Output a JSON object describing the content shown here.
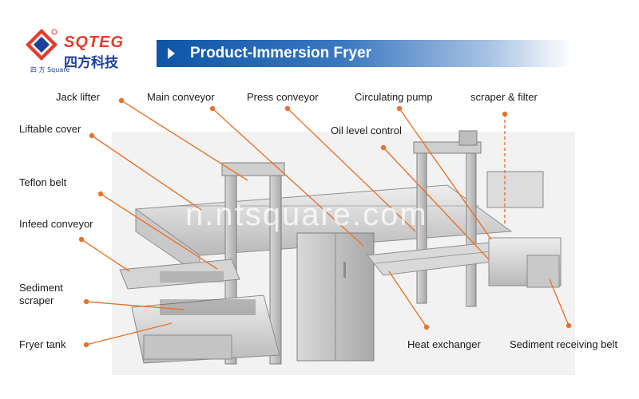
{
  "logo": {
    "brand_en": "SQTEG",
    "brand_cn": "四方科技",
    "mark_cn": "四 方",
    "mark_en": "Square"
  },
  "banner": {
    "title": "Product-Immersion Fryer"
  },
  "watermark": "n.ntsquare.com",
  "labels": {
    "jack_lifter": "Jack lifter",
    "main_conveyor": "Main conveyor",
    "press_conveyor": "Press conveyor",
    "circulating_pump": "Circulating pump",
    "scraper_filter": "scraper & filter",
    "oil_level_control": "Oil level control",
    "liftable_cover": "Liftable cover",
    "teflon_belt": "Teflon belt",
    "infeed_conveyor": "Infeed conveyor",
    "sediment_scraper": "Sediment scraper",
    "fryer_tank": "Fryer tank",
    "heat_exchanger": "Heat exchanger",
    "sediment_receiving_belt": "Sediment receiving belt"
  },
  "colors": {
    "leader": "#e8732a",
    "brand_blue": "#1c3f9a",
    "brand_red": "#e23c2c",
    "banner_blue": "#0d55a8"
  }
}
